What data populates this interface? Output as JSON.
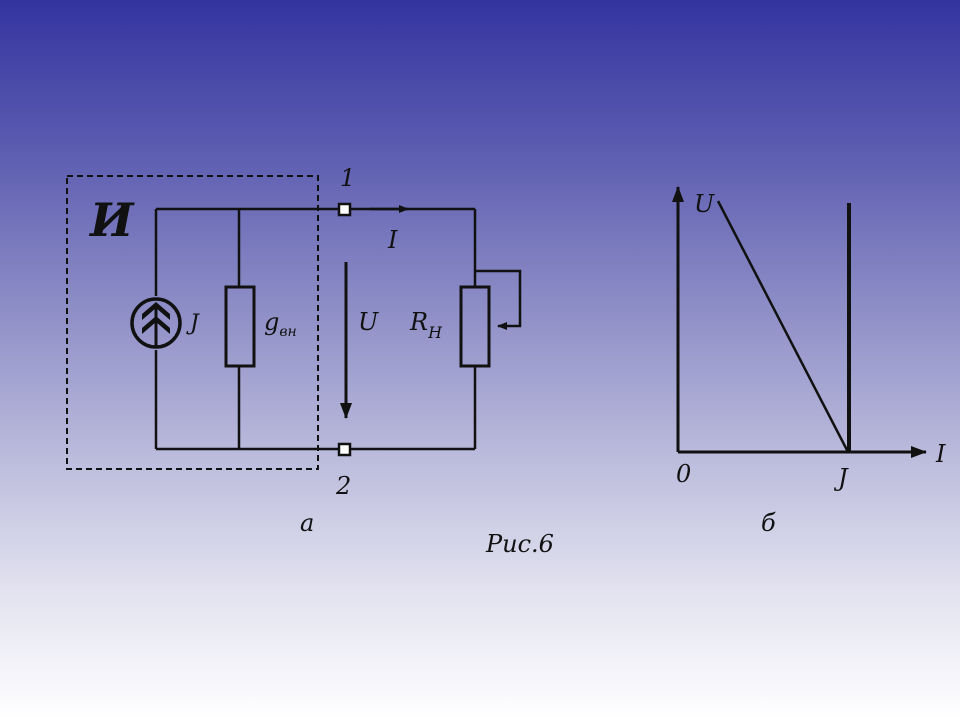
{
  "circuit": {
    "source_label": "И",
    "terminal_1": "1",
    "terminal_2": "2",
    "current_label": "I",
    "current_source_label": "J",
    "conductance_main": "g",
    "conductance_sub": "вн",
    "voltage_label": "U",
    "load_main": "R",
    "load_sub": "Н",
    "caption": "а"
  },
  "graph": {
    "y_axis_label": "U",
    "x_axis_label": "I",
    "origin_label": "0",
    "x_marker_label": "J",
    "caption": "б"
  },
  "figure_caption": "Рис.6"
}
